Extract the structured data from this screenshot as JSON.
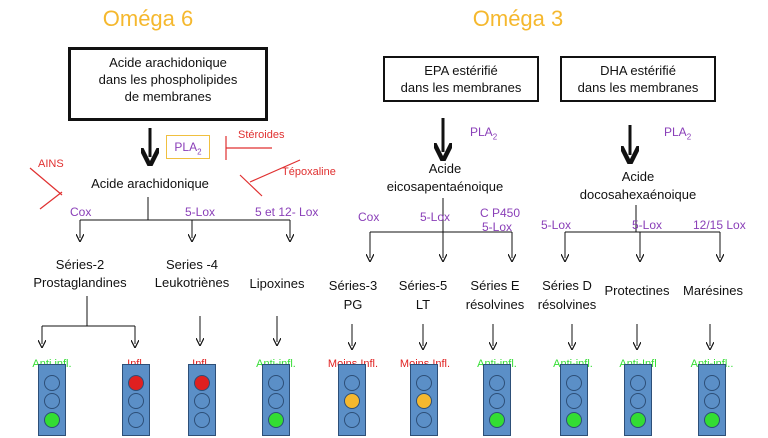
{
  "titles": {
    "omega6": "Oméga 6",
    "omega3": "Oméga 3"
  },
  "boxes": {
    "arachidonique_line1": "Acide arachidonique",
    "arachidonique_line2": "dans les phospholipides",
    "arachidonique_line3": "de membranes",
    "epa_line1": "EPA estérifié",
    "epa_line2": "dans les membranes",
    "dha_line1": "DHA estérifié",
    "dha_line2": "dans les membranes"
  },
  "pla": "PLA",
  "pla_sub": "2",
  "inhibitors": {
    "steroides": "Stéroides",
    "aines": "AINS",
    "tepoxaline": "Tépoxaline"
  },
  "acids": {
    "aa": "Acide arachidonique",
    "epa_line1": "Acide",
    "epa_line2": "eicosapentaénoique",
    "dha_line1": "Acide",
    "dha_line2": "docosahexaénoique"
  },
  "enzymes": {
    "cox": "Cox",
    "lox5": "5-Lox",
    "lox5_12": "5 et 12- Lox",
    "cox_epa": "Cox",
    "lox5_epa": "5-Lox",
    "cp450": "C P450",
    "lox5_cp": "5-Lox",
    "lox5_dha": "5-Lox",
    "lox5_dha2": "5-Lox",
    "lox12_15": "12/15 Lox"
  },
  "products": {
    "p1_line1": "Séries-2",
    "p1_line2": "Prostaglandines",
    "p2_line1": "Series -4",
    "p2_line2": "Leukotriènes",
    "p3": "Lipoxines",
    "p4_line1": "Séries-3",
    "p4_line2": "PG",
    "p5_line1": "Séries-5",
    "p5_line2": "LT",
    "p6_line1": "Séries E",
    "p6_line2": "résolvines",
    "p7_line1": "Séries D",
    "p7_line2": "résolvines",
    "p8": "Protectines",
    "p9": "Marésines"
  },
  "effects": {
    "e1": "Anti infl.",
    "e2": "Infl.",
    "e3": "Infl.",
    "e4": "Anti-infl.",
    "e5": "Moins Infl.",
    "e6": "Moins Infl.",
    "e7": "Anti-infl.",
    "e8": "Anti-infl.",
    "e9": "Anti-Infl",
    "e10": "Anti-infl.."
  },
  "colors": {
    "green": "#33dd33",
    "red": "#e02020",
    "orange": "#f5b82e",
    "blue": "#5b8fc7",
    "purple": "#8a3fb8"
  },
  "traffic_lights": [
    "green",
    "red",
    "red",
    "green",
    "orange",
    "orange",
    "green",
    "green",
    "green",
    "green"
  ]
}
